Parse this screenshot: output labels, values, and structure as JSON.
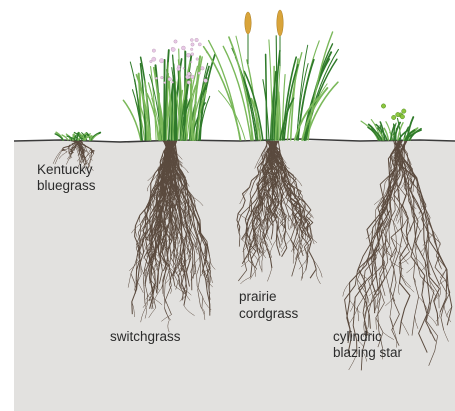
{
  "labels": {
    "kentucky_bluegrass": [
      "Kentucky",
      "bluegrass"
    ],
    "switchgrass": "switchgrass",
    "prairie_cordgrass": [
      "prairie",
      "cordgrass"
    ],
    "cylindric_blazing_star": [
      "cylindric",
      "blazing star"
    ]
  },
  "colors": {
    "soil": "#e2e1df",
    "soil_line": "#3a3a3a",
    "root": "#5a4a3e",
    "grass_dark": "#2f7a2a",
    "grass_light": "#7ab85a",
    "seed_head": "#d9a43a",
    "flower": "#e8c8e6"
  }
}
